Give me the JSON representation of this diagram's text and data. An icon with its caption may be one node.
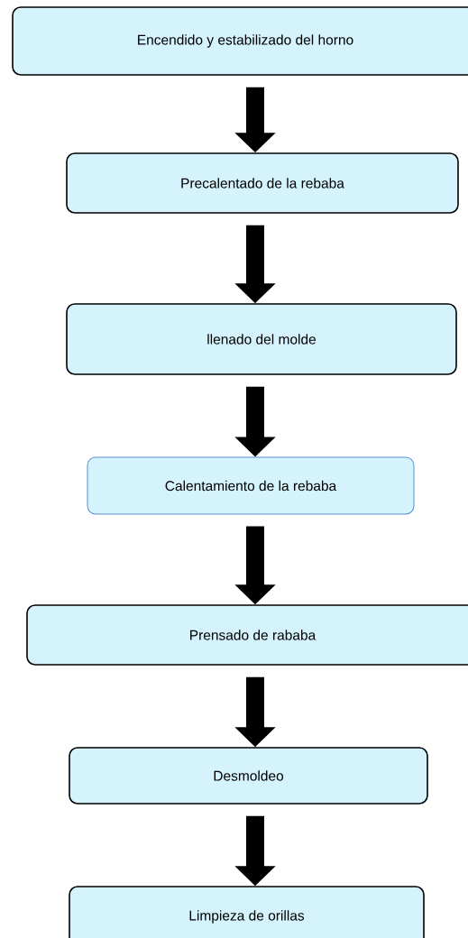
{
  "diagram": {
    "nodes": [
      {
        "text": [
          "Encendido y estabilizado del horno"
        ]
      },
      {
        "text": [
          "Precalentado de la rebaba"
        ]
      },
      {
        "text": [
          "llenado del molde"
        ]
      },
      {
        "text": [
          "Calentamiento de la rebaba"
        ]
      },
      {
        "text": [
          "Prensado de rababa"
        ]
      },
      {
        "text": [
          "Desmoldeo"
        ]
      },
      {
        "text": [
          "Limpieza de orillas"
        ]
      }
    ],
    "edges": [
      {
        "from": 0,
        "to": 1,
        "arrow": "to"
      },
      {
        "from": 1,
        "to": 2,
        "arrow": "to"
      },
      {
        "from": 2,
        "to": 3,
        "arrow": "to"
      },
      {
        "from": 3,
        "to": 4,
        "arrow": "to"
      },
      {
        "from": 4,
        "to": 5,
        "arrow": "to"
      },
      {
        "from": 5,
        "to": 6,
        "arrow": "to"
      }
    ]
  }
}
